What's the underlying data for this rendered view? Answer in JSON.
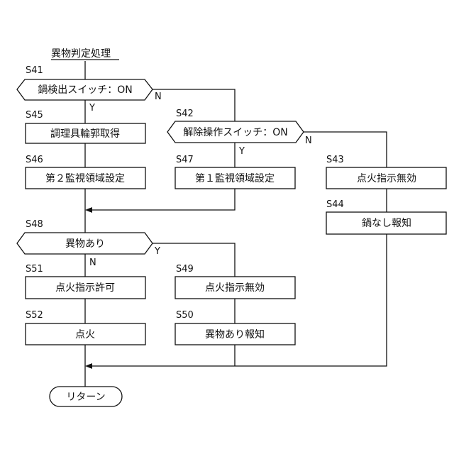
{
  "title": "異物判定処理",
  "steps": {
    "S41": {
      "id": "S41",
      "text": "鍋検出スイッチ：ON"
    },
    "S45": {
      "id": "S45",
      "text": "調理具輪郭取得"
    },
    "S46": {
      "id": "S46",
      "text": "第２監視領域設定"
    },
    "S42": {
      "id": "S42",
      "text": "解除操作スイッチ：ON"
    },
    "S47": {
      "id": "S47",
      "text": "第１監視領域設定"
    },
    "S43": {
      "id": "S43",
      "text": "点火指示無効"
    },
    "S44": {
      "id": "S44",
      "text": "鍋なし報知"
    },
    "S48": {
      "id": "S48",
      "text": "異物あり"
    },
    "S51": {
      "id": "S51",
      "text": "点火指示許可"
    },
    "S52": {
      "id": "S52",
      "text": "点火"
    },
    "S49": {
      "id": "S49",
      "text": "点火指示無効"
    },
    "S50": {
      "id": "S50",
      "text": "異物あり報知"
    }
  },
  "end": "リターン",
  "branches": {
    "s41_yes": "Y",
    "s41_no": "N",
    "s42_yes": "Y",
    "s42_no": "N",
    "s48_yes": "Y",
    "s48_no": "N"
  }
}
